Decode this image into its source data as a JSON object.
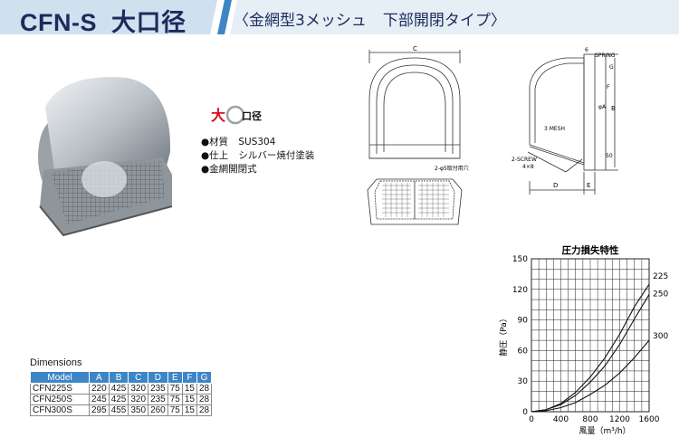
{
  "header": {
    "model": "CFN-S",
    "name": "大口径",
    "subtitle_a": "〈金網型3メッシュ",
    "subtitle_b": "下部開閉タイプ〉"
  },
  "logo": {
    "big": "大",
    "rest": "口径"
  },
  "specs": [
    {
      "key": "●材質",
      "value": "SUS304"
    },
    {
      "key": "●仕上",
      "value": "シルバー焼付塗装"
    },
    {
      "key": "●金網開閉式",
      "value": ""
    }
  ],
  "drawing": {
    "labels": {
      "c": "C",
      "six": "6",
      "spring": "SPRING",
      "g": "G",
      "phi_a": "φA",
      "b": "B",
      "three_mesh": "3 MESH",
      "fifty": "50",
      "two_screw": "2-SCREW",
      "four_by_eight": "4×8",
      "d": "D",
      "e": "E",
      "hole": "2-φ5取付用穴",
      "f": "F"
    }
  },
  "dimensions": {
    "title": "Dimensions",
    "headers": [
      "Model",
      "A",
      "B",
      "C",
      "D",
      "E",
      "F",
      "G"
    ],
    "rows": [
      [
        "CFN225S",
        "220",
        "425",
        "320",
        "235",
        "75",
        "15",
        "28"
      ],
      [
        "CFN250S",
        "245",
        "425",
        "320",
        "235",
        "75",
        "15",
        "28"
      ],
      [
        "CFN300S",
        "295",
        "455",
        "350",
        "260",
        "75",
        "15",
        "28"
      ]
    ]
  },
  "chart_data": {
    "type": "line",
    "title": "圧力損失特性",
    "xlabel": "風量（m³/h）",
    "ylabel": "静圧（Pa）",
    "xlim": [
      0,
      1600
    ],
    "ylim": [
      0,
      150
    ],
    "xticks": [
      0,
      400,
      800,
      1200,
      1600
    ],
    "yticks": [
      0,
      30,
      60,
      90,
      120,
      150
    ],
    "grid": true,
    "series": [
      {
        "name": "225",
        "x": [
          0,
          200,
          400,
          600,
          800,
          1000,
          1200,
          1400,
          1600
        ],
        "values": [
          0,
          2,
          8,
          19,
          34,
          53,
          76,
          103,
          125
        ]
      },
      {
        "name": "250",
        "x": [
          0,
          200,
          400,
          600,
          800,
          1000,
          1200,
          1400,
          1600
        ],
        "values": [
          0,
          2,
          7,
          16,
          29,
          45,
          66,
          91,
          115
        ]
      },
      {
        "name": "300",
        "x": [
          0,
          200,
          400,
          600,
          800,
          1000,
          1200,
          1400,
          1600
        ],
        "values": [
          0,
          1,
          4,
          9,
          17,
          26,
          38,
          53,
          70
        ]
      }
    ]
  }
}
